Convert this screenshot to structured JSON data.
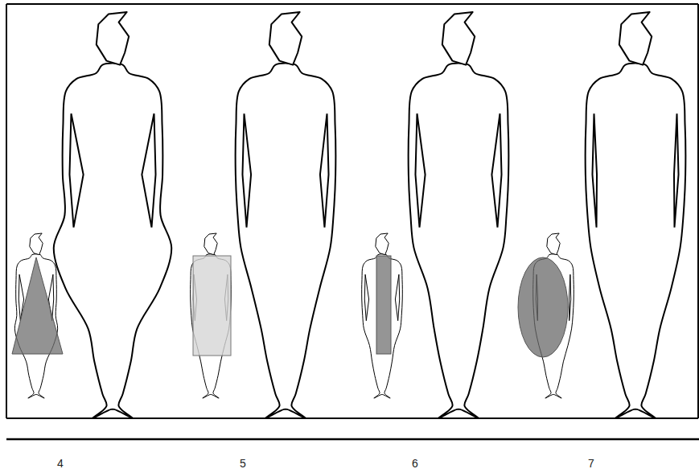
{
  "diagram": {
    "labels": [
      "4",
      "5",
      "6",
      "7"
    ]
  }
}
